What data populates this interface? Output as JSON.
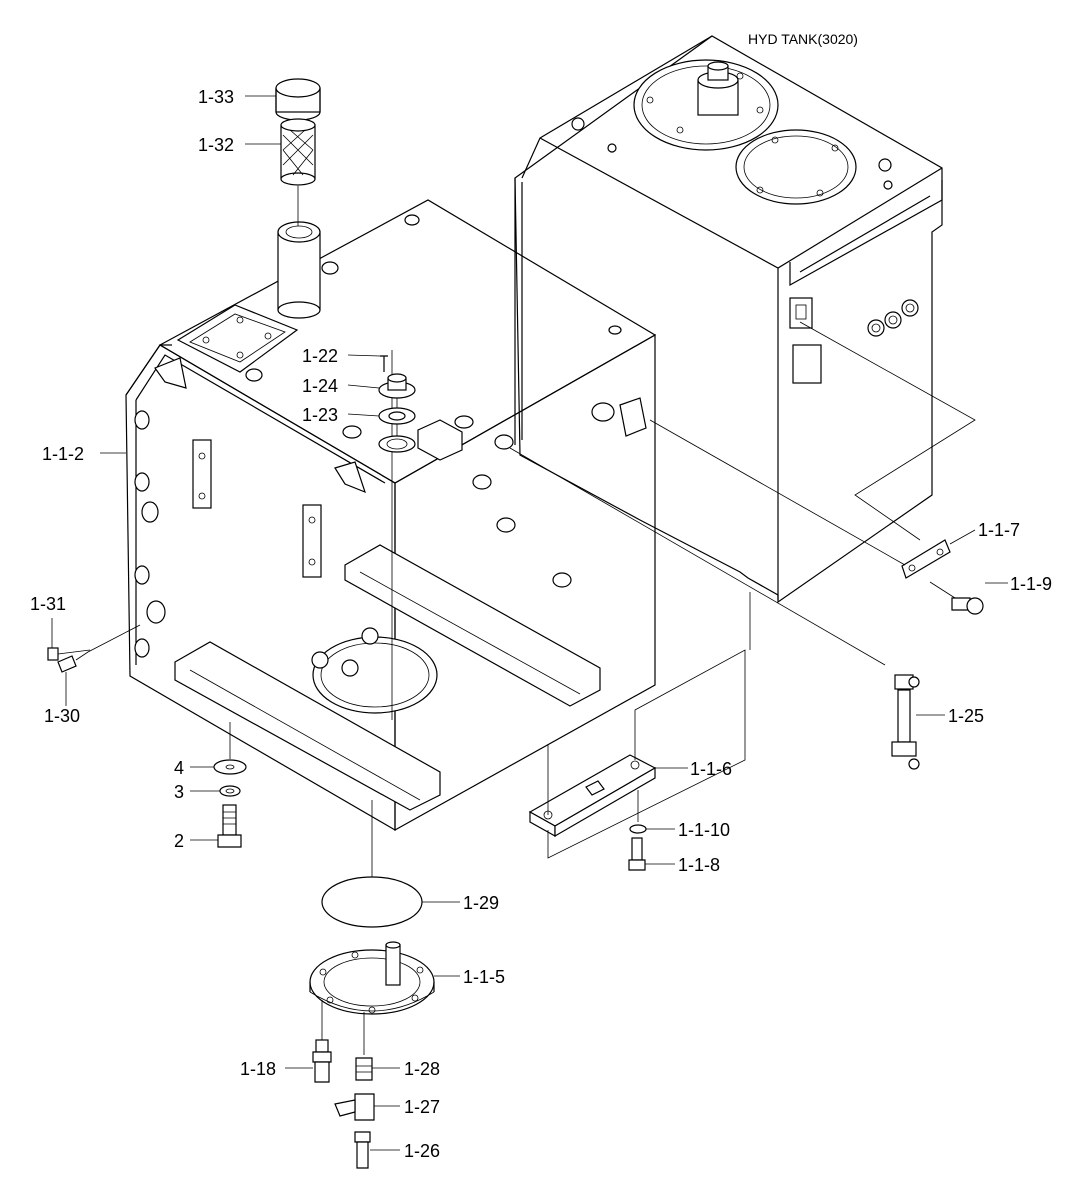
{
  "diagram": {
    "title": "HYD TANK(3020)",
    "labels": {
      "p1_33": "1-33",
      "p1_32": "1-32",
      "p1_22": "1-22",
      "p1_24": "1-24",
      "p1_23": "1-23",
      "p1_1_2": "1-1-2",
      "p1_31": "1-31",
      "p1_30": "1-30",
      "p4": "4",
      "p3": "3",
      "p2": "2",
      "p1_1_7": "1-1-7",
      "p1_1_9": "1-1-9",
      "p1_25": "1-25",
      "p1_1_6": "1-1-6",
      "p1_1_10": "1-1-10",
      "p1_1_8": "1-1-8",
      "p1_29": "1-29",
      "p1_1_5": "1-1-5",
      "p1_18": "1-18",
      "p1_28": "1-28",
      "p1_27": "1-27",
      "p1_26": "1-26"
    }
  }
}
